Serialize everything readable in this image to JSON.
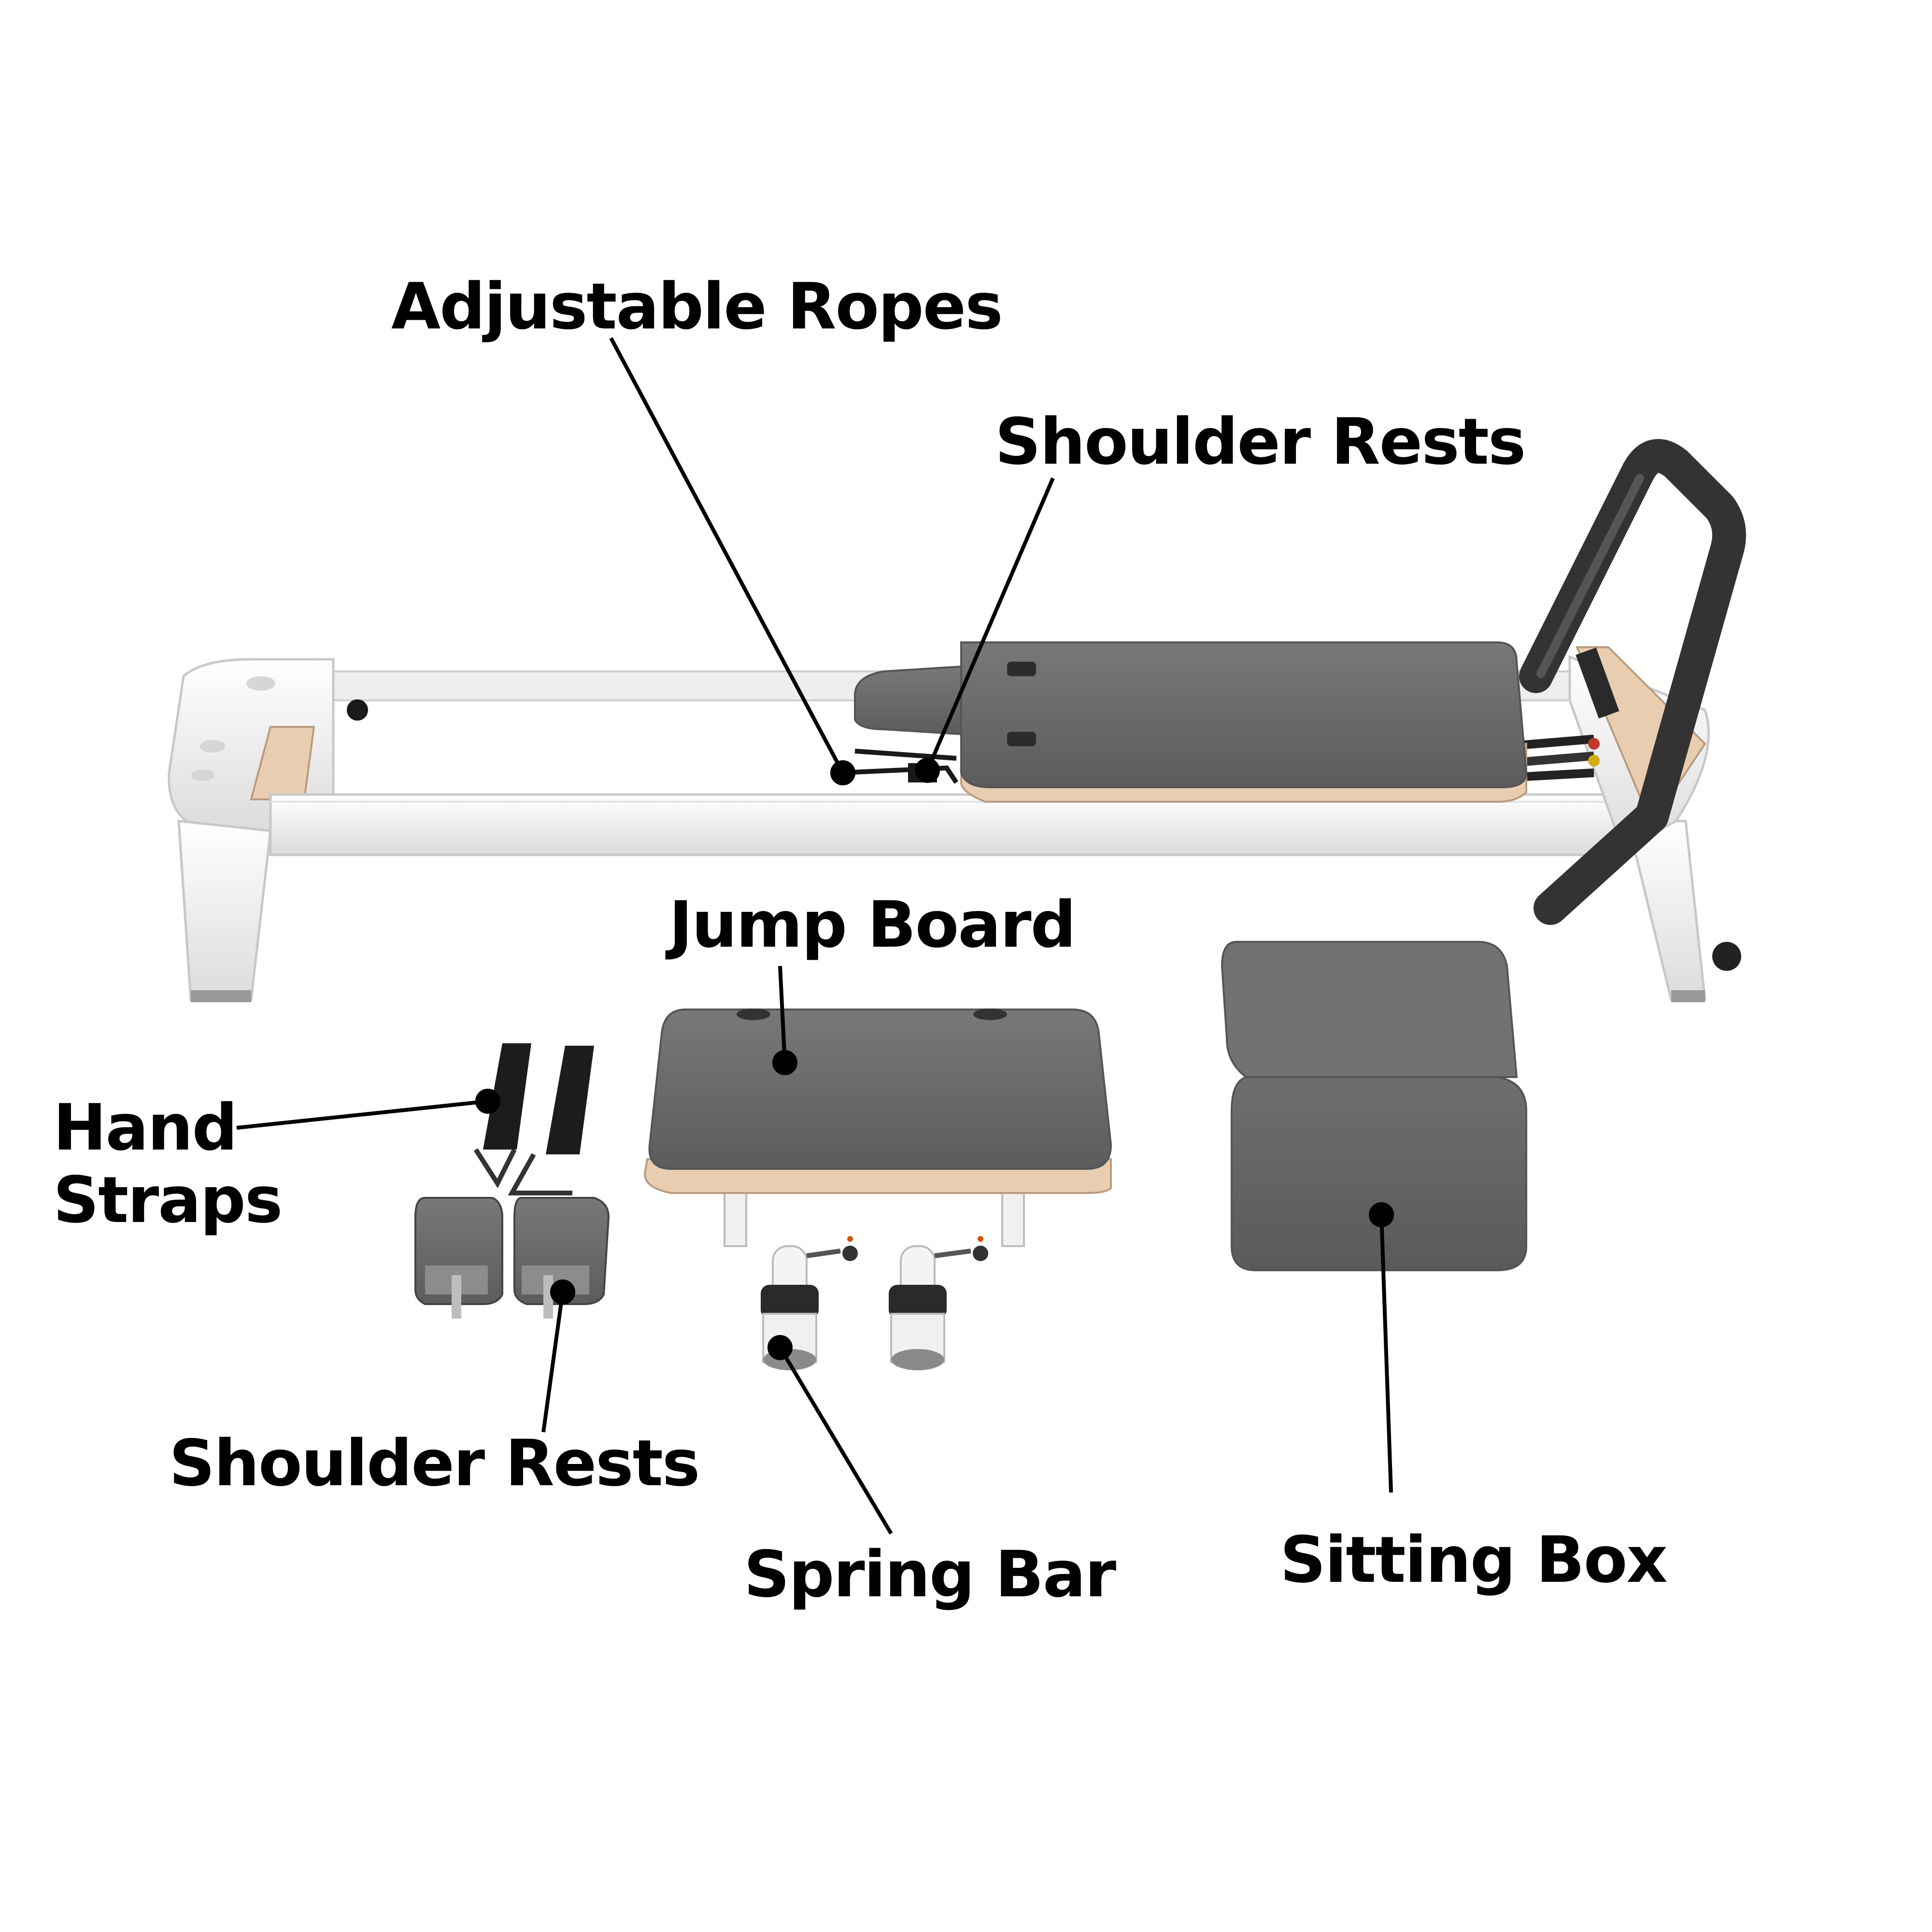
{
  "labels": {
    "adjustable_ropes": "Adjustable Ropes",
    "shoulder_rests_top": "Shoulder Rests",
    "jump_board": "Jump Board",
    "hand_straps_line1": "Hand",
    "hand_straps_line2": "Straps",
    "shoulder_rests_bottom": "Shoulder Rests",
    "spring_bar": "Spring Bar",
    "sitting_box": "Sitting Box"
  },
  "colors": {
    "background": "#ffffff",
    "frame_white": "#f2f2f2",
    "upholstery_gray": "#6b6b6b",
    "wood": "#e8cdb0",
    "black": "#1a1a1a",
    "leader_line": "#000000"
  }
}
